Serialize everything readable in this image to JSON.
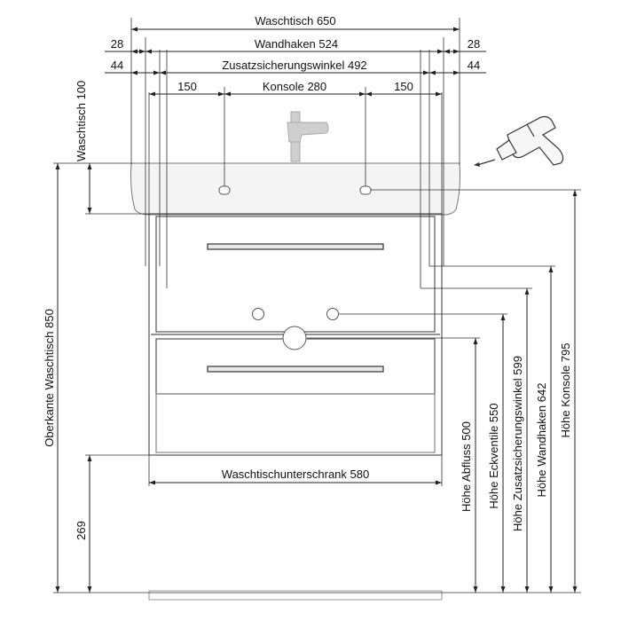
{
  "dimensions": {
    "waschtisch_width": "Waschtisch 650",
    "wandhaken_left_offset": "28",
    "wandhaken": "Wandhaken  524",
    "wandhaken_right_offset": "28",
    "zusatz_left_offset": "44",
    "zusatzsicherungswinkel": "Zusatzsicherungswinkel 492",
    "zusatz_right_offset": "44",
    "konsole_left_offset": "150",
    "konsole": "Konsole 280",
    "konsole_right_offset": "150",
    "waschtisch_height": "Waschtisch 100",
    "oberkante": "Oberkante Waschtisch 850",
    "bottom_gap": "269",
    "unterschrank": "Waschtischunterschrank 580",
    "hoehe_abfluss": "Höhe Abfluss 500",
    "hoehe_eckventile": "Höhe Eckventile 550",
    "hoehe_zusatz": "Höhe Zusatzsicherungswinkel 599",
    "hoehe_wandhaken": "Höhe Wandhaken  642",
    "hoehe_konsole": "Höhe Konsole 795"
  },
  "icons": {
    "drill": "drill-icon",
    "faucet": "faucet-icon"
  }
}
